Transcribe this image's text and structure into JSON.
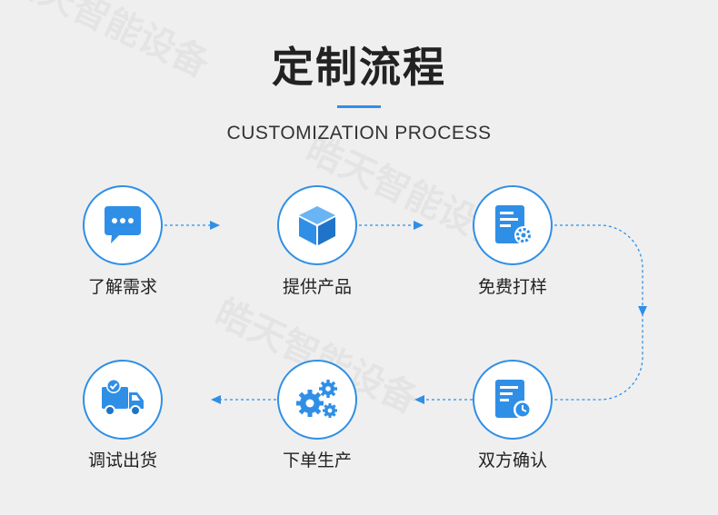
{
  "header": {
    "title": "定制流程",
    "subtitle": "CUSTOMIZATION PROCESS"
  },
  "steps": [
    {
      "label": "了解需求",
      "icon": "chat-bubble-icon"
    },
    {
      "label": "提供产品",
      "icon": "cube-icon"
    },
    {
      "label": "免费打样",
      "icon": "document-gear-icon"
    },
    {
      "label": "双方确认",
      "icon": "document-clock-icon"
    },
    {
      "label": "下单生产",
      "icon": "gears-icon"
    },
    {
      "label": "调试出货",
      "icon": "delivery-truck-icon"
    }
  ],
  "watermark": {
    "text": "皓天智能设备"
  },
  "colors": {
    "accent": "#2f8fe6",
    "background": "#efefef",
    "text": "#222222"
  }
}
